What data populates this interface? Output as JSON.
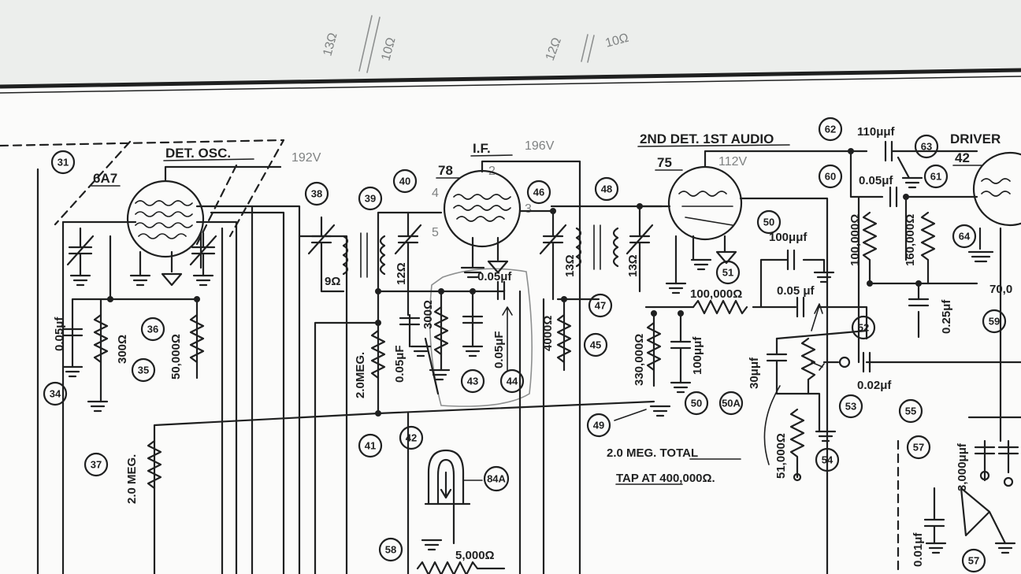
{
  "pencil_notes": [
    "13Ω",
    "10Ω",
    "12Ω",
    "10Ω",
    "192V",
    "196V",
    "112V",
    "2",
    "4",
    "5",
    "3"
  ],
  "tubes": {
    "det_osc": {
      "title": "DET. OSC.",
      "type": "6A7"
    },
    "if": {
      "title": "I.F.",
      "type": "78"
    },
    "det_audio": {
      "title": "2ND DET. 1ST AUDIO",
      "type": "75"
    },
    "driver": {
      "title": "DRIVER",
      "type": "42"
    }
  },
  "callouts": [
    "31",
    "34",
    "35",
    "36",
    "37",
    "38",
    "39",
    "40",
    "41",
    "42",
    "43",
    "44",
    "45",
    "46",
    "47",
    "48",
    "49",
    "50",
    "50",
    "50A",
    "51",
    "52",
    "53",
    "54",
    "55",
    "57",
    "57",
    "58",
    "59",
    "60",
    "61",
    "62",
    "63",
    "64",
    "84A"
  ],
  "values": {
    "c_005_34": "0.05μf",
    "r_300": "300Ω",
    "r_50000": "50,000Ω",
    "r_2meg_37": "2.0 MEG.",
    "r_9": "9Ω",
    "r_12": "12Ω",
    "r_2meg_41": "2.0MEG.",
    "c_005_41": "0.05μF",
    "r_300_43": "300Ω",
    "c_005_44": "0.05μF",
    "c_005_if": "0.05μf",
    "r_4000": "4000Ω",
    "r_13a": "13Ω",
    "r_13b": "13Ω",
    "c_100_50": "100μμf",
    "r_100000": "100,000Ω",
    "c_005_52": "0.05 μf",
    "r_330000": "330,000Ω",
    "c_100_50b": "100μμf",
    "c_30": "30μμf",
    "r_51000": "51,000Ω",
    "c_002": "0.02μf",
    "c_110": "110μμf",
    "c_005_63": "0.05μf",
    "r_100000_60": "100,000Ω",
    "r_160000": "160,000Ω",
    "c_025": "0.25μf",
    "r_70": "70,0",
    "c_3000": "3,000μμf",
    "c_001": "0.01μf",
    "r_5000": "5,000Ω",
    "vol_total": "2.0 MEG. TOTAL",
    "vol_tap": "TAP AT 400,000Ω."
  }
}
